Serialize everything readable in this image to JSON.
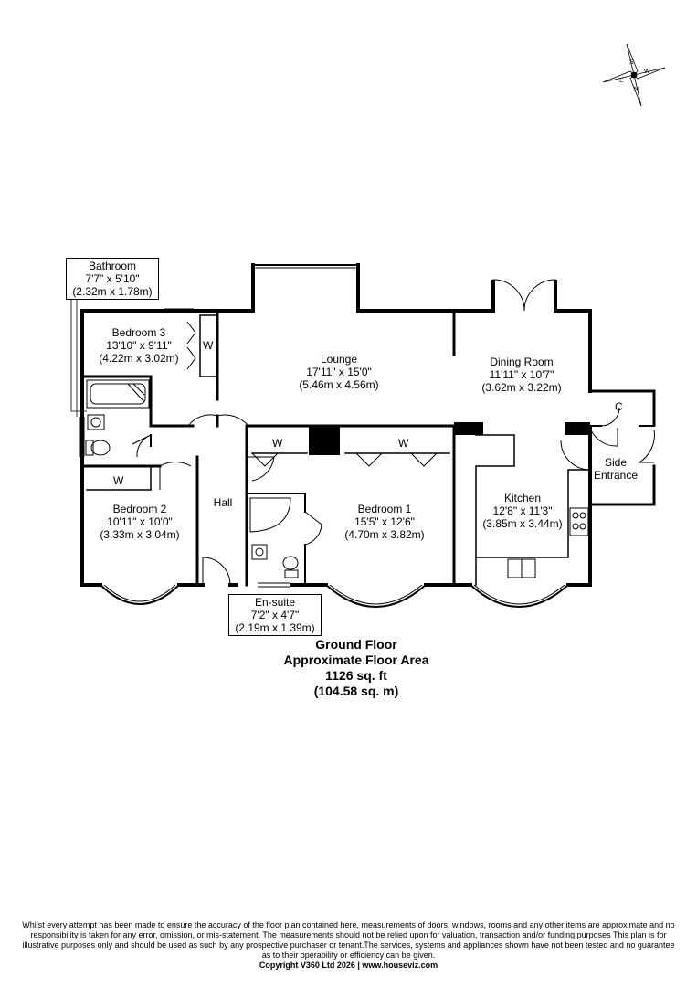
{
  "rooms": {
    "bathroom": {
      "name": "Bathroom",
      "imperial": "7'7\" x 5'10\"",
      "metric": "(2.32m x 1.78m)"
    },
    "bedroom3": {
      "name": "Bedroom 3",
      "imperial": "13'10\" x 9'11\"",
      "metric": "(4.22m x 3.02m)"
    },
    "lounge": {
      "name": "Lounge",
      "imperial": "17'11\" x 15'0\"",
      "metric": "(5.46m x 4.56m)"
    },
    "dining": {
      "name": "Dining Room",
      "imperial": "11'11\" x 10'7\"",
      "metric": "(3.62m x 3.22m)"
    },
    "bedroom2": {
      "name": "Bedroom 2",
      "imperial": "10'11\" x 10'0\"",
      "metric": "(3.33m x 3.04m)"
    },
    "hall": {
      "name": "Hall"
    },
    "bedroom1": {
      "name": "Bedroom 1",
      "imperial": "15'5\" x 12'6\"",
      "metric": "(4.70m x 3.82m)"
    },
    "kitchen": {
      "name": "Kitchen",
      "imperial": "12'8\" x 11'3\"",
      "metric": "(3.85m x 3.44m)"
    },
    "side_entrance": {
      "line1": "Side",
      "line2": "Entrance"
    },
    "ensuite": {
      "name": "En-suite",
      "imperial": "7'2\" x 4'7\"",
      "metric": "(2.19m x 1.39m)"
    }
  },
  "cupboards": {
    "w": "W",
    "c": "C"
  },
  "summary": {
    "floor": "Ground Floor",
    "area_label": "Approximate Floor Area",
    "sqft": "1126 sq. ft",
    "sqm": "(104.58 sq. m)"
  },
  "compass": {
    "n": "N",
    "s": "S",
    "e": "E",
    "w": "W"
  },
  "disclaimer": {
    "text": "Whilst every attempt has been made to ensure the accuracy of the floor plan contained here, measurements of doors, windows, rooms and any other items are approximate and no responsibility is taken for any error, omission, or mis-statement.  The measurements should not be relied upon for valuation, transaction and/or funding purposes This plan is for illustrative purposes only and should be used as such by any prospective purchaser or tenant.The services, systems and appliances shown have not been tested and no guarantee as to their operability or efficiency can be given.",
    "copyright": "Copyright V360 Ltd 2026 | www.houseviz.com"
  }
}
